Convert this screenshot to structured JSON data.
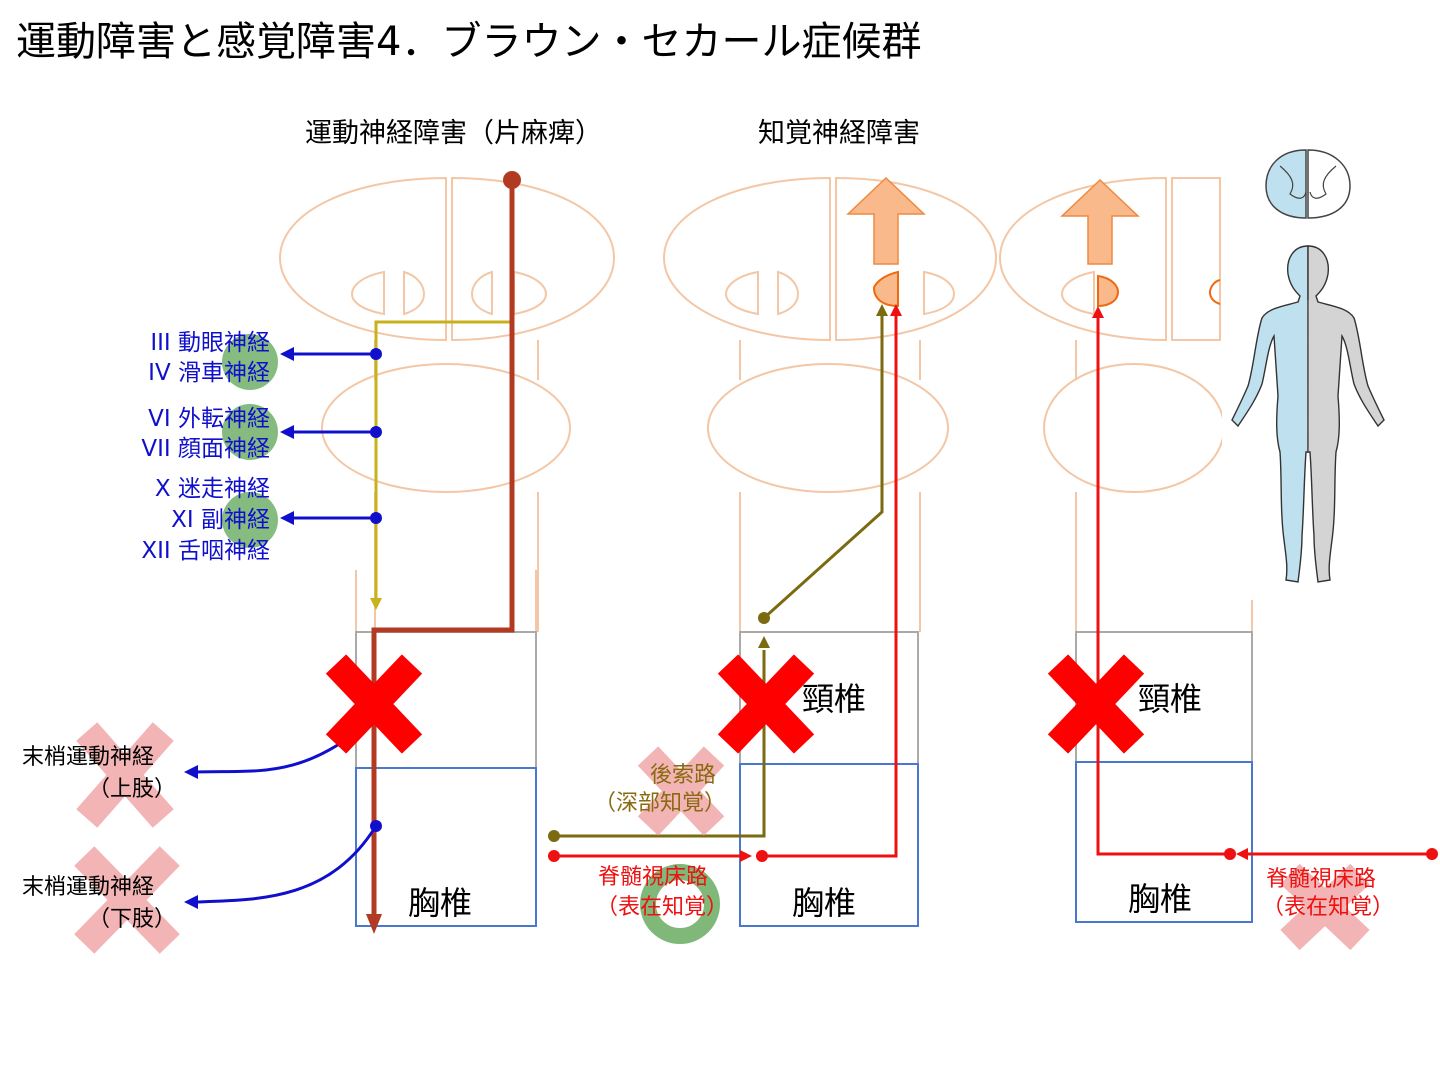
{
  "title": "運動障害と感覚障害4．ブラウン・セカール症候群",
  "headers": {
    "motor": "運動神経障害（片麻痺）",
    "sensory": "知覚神経障害"
  },
  "cranial_nerves": [
    {
      "line1": "III 動眼神経",
      "line2": "IV 滑車神経"
    },
    {
      "line1": "VI 外転神経",
      "line2": "VII 顔面神経"
    },
    {
      "line1": "X 迷走神経",
      "line2": "XI 副神経",
      "line3": "XII 舌咽神経"
    }
  ],
  "peripheral": {
    "upper": {
      "line1": "末梢運動神経",
      "line2": "（上肢）"
    },
    "lower": {
      "line1": "末梢運動神経",
      "line2": "（下肢）"
    }
  },
  "segments": {
    "cervical": "頸椎",
    "thoracic": "胸椎"
  },
  "tracts": {
    "dorsal": {
      "line1": "後索路",
      "line2": "（深部知覚）"
    },
    "spinothalamic": {
      "line1": "脊髄視床路",
      "line2": "（表在知覚）"
    }
  },
  "colors": {
    "outline": "#f3c7a6",
    "motor_tract": "#b23a22",
    "cranial_tract": "#c8b21c",
    "nerve_blue": "#1010cc",
    "dorsal_tract": "#7a6a10",
    "spinothalamic_tract": "#ee1111",
    "lesion": "#ff0000",
    "cervical_box": "#aaaaaa",
    "thoracic_box": "#4a78d0",
    "ok_ring": "#72b06a",
    "minor_x": "#f0a8a8",
    "arrow_fill": "#f9b98a"
  }
}
